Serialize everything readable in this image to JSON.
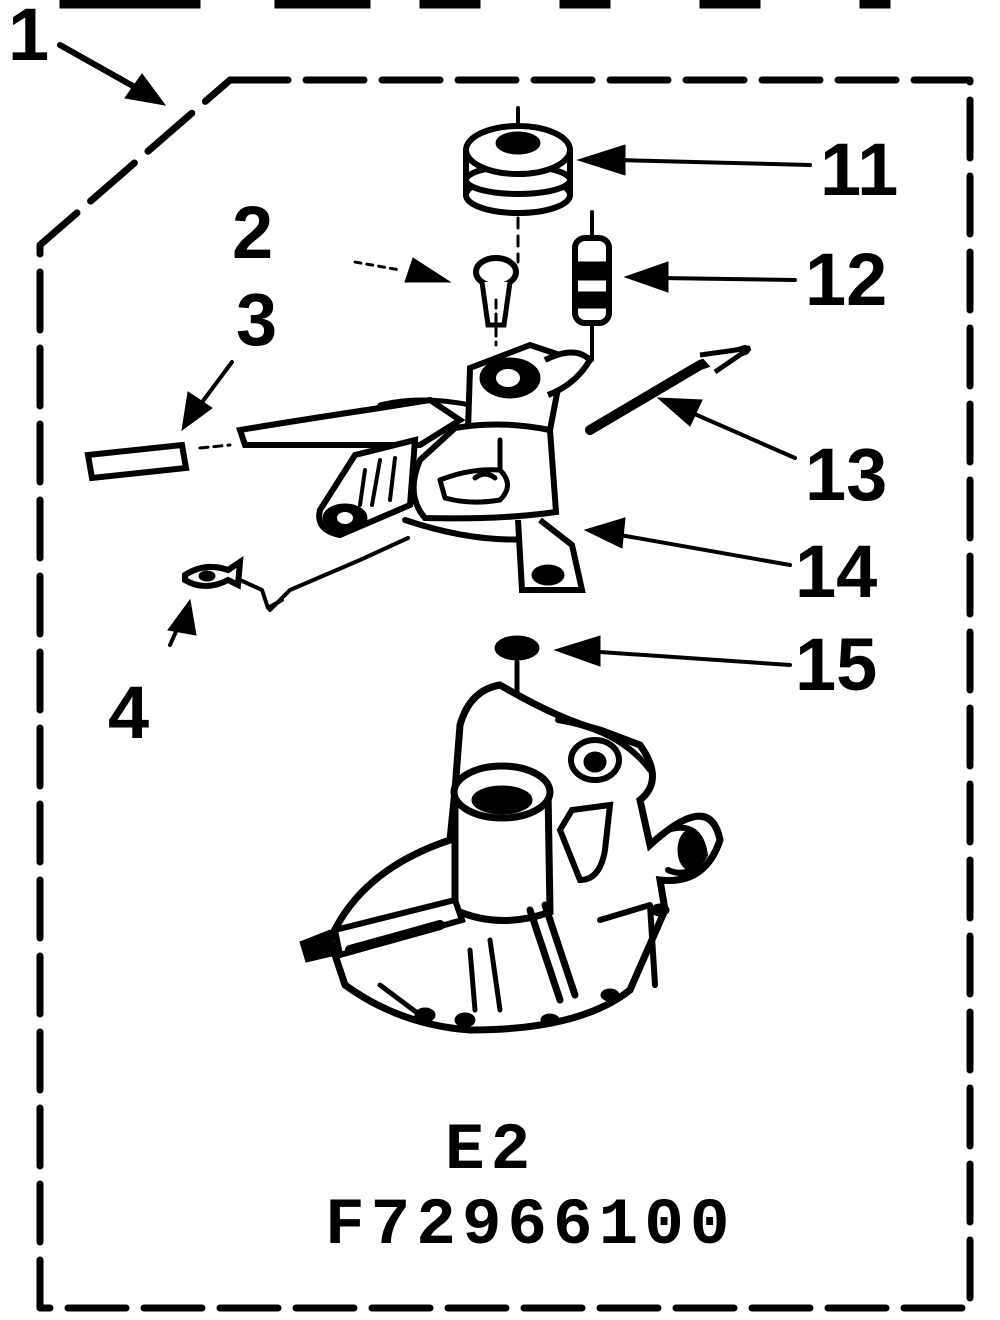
{
  "diagram": {
    "callouts": [
      {
        "id": "1",
        "label": "1"
      },
      {
        "id": "2",
        "label": "2"
      },
      {
        "id": "3",
        "label": "3"
      },
      {
        "id": "4",
        "label": "4"
      },
      {
        "id": "11",
        "label": "11"
      },
      {
        "id": "12",
        "label": "12"
      },
      {
        "id": "13",
        "label": "13"
      },
      {
        "id": "14",
        "label": "14"
      },
      {
        "id": "15",
        "label": "15"
      }
    ],
    "caption": {
      "section": "E2",
      "part_number": "F72966100"
    }
  }
}
